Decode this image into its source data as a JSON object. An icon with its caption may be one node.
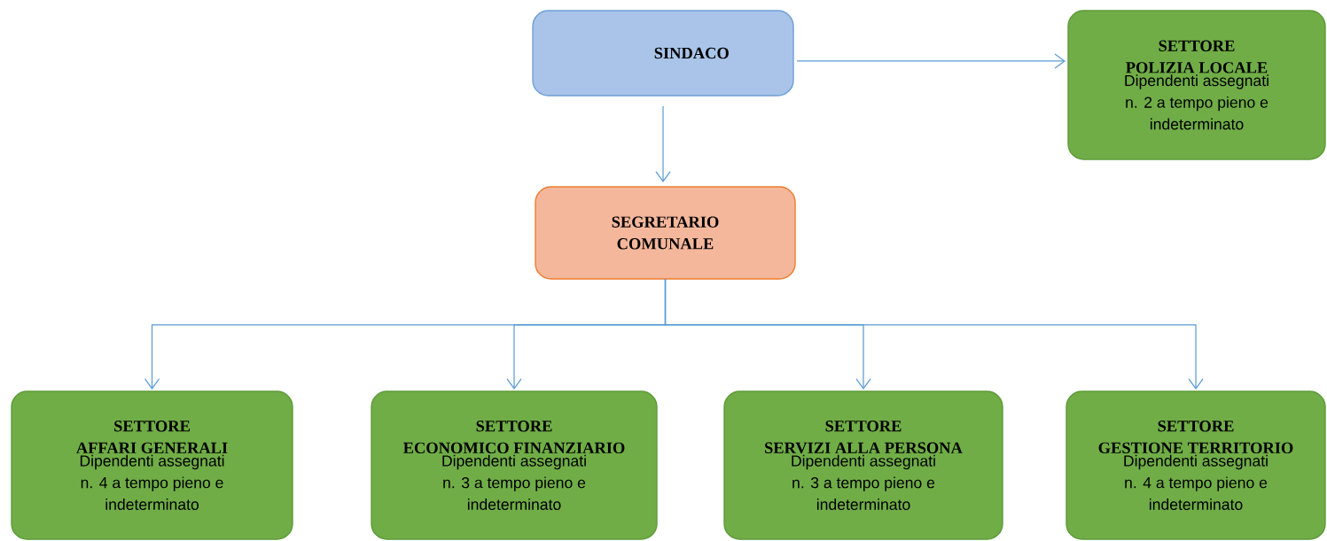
{
  "diagram": {
    "nodes": [
      {
        "text": [
          "SINDACO"
        ]
      },
      {
        "text": [
          "SETTORE POLIZIA LOCALE",
          "Dipendenti assegnati n. 2 a tempo pieno e indeterminato"
        ]
      },
      {
        "text": [
          "SEGRETARIO COMUNALE"
        ]
      },
      {
        "text": [
          "SETTORE AFFARI GENERALI",
          "Dipendenti assegnati n. 4 a tempo pieno e indeterminato"
        ]
      },
      {
        "text": [
          "SETTORE ECONOMICO FINANZIARIO",
          "Dipendenti assegnati n. 3 a tempo pieno e indeterminato"
        ]
      },
      {
        "text": [
          "SETTORE SERVIZI ALLA PERSONA",
          "Dipendenti assegnati n. 3 a tempo pieno e indeterminato"
        ]
      },
      {
        "text": [
          "SETTORE GESTIONE TERRITORIO",
          "Dipendenti assegnati n. 4 a tempo pieno e indeterminato"
        ]
      }
    ],
    "edges": [
      {
        "from": 0,
        "to": 1,
        "arrow": "to"
      },
      {
        "from": 0,
        "to": 2,
        "arrow": "to"
      },
      {
        "from": 2,
        "to": 3,
        "arrow": "to"
      },
      {
        "from": 2,
        "to": 4,
        "arrow": "to"
      },
      {
        "from": 2,
        "to": 5,
        "arrow": "to"
      },
      {
        "from": 2,
        "to": 6,
        "arrow": "to"
      }
    ]
  }
}
